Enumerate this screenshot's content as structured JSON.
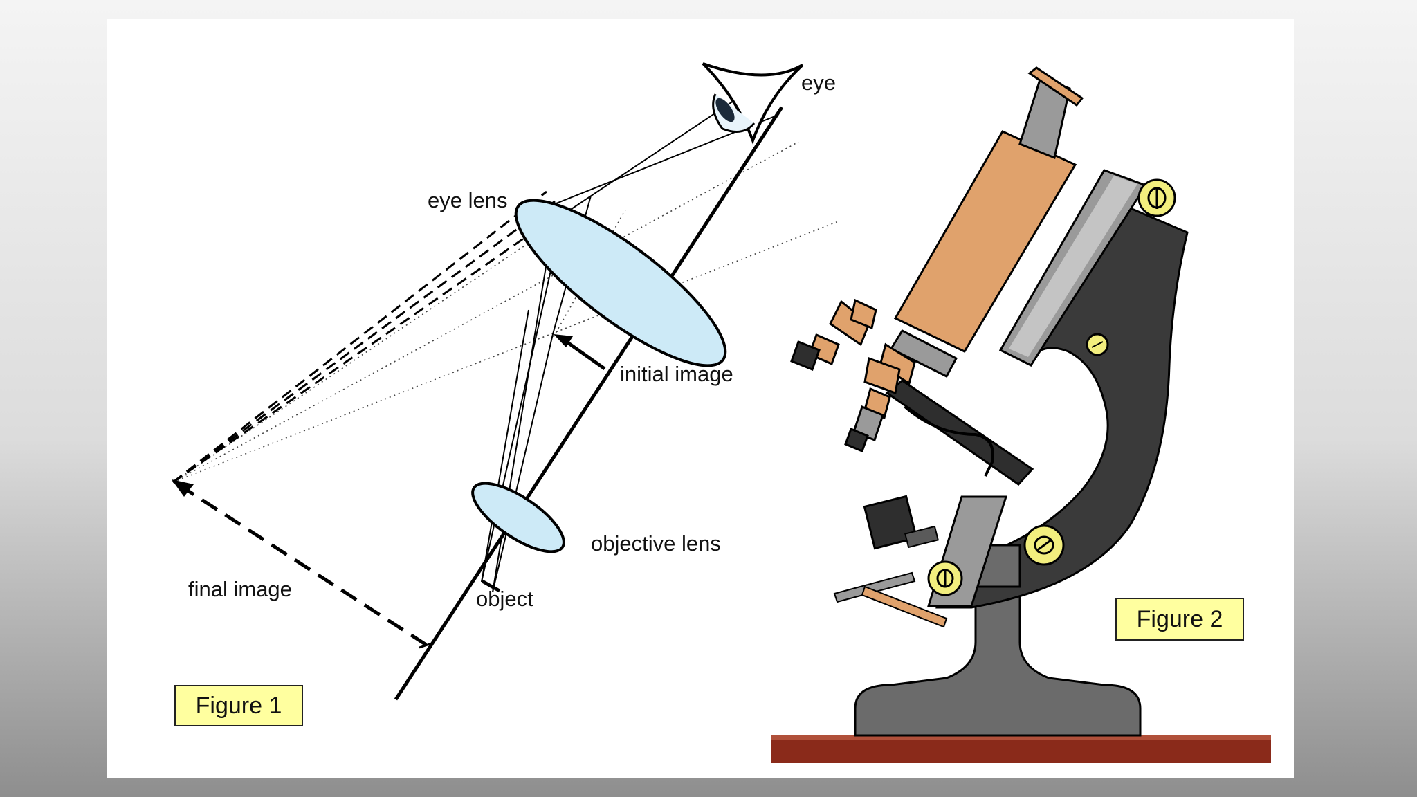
{
  "figure1": {
    "labels": {
      "eye": "eye",
      "eye_lens": "eye lens",
      "initial_image": "initial image",
      "objective_lens": "objective lens",
      "object": "object",
      "final_image": "final image"
    },
    "caption": "Figure 1"
  },
  "figure2": {
    "caption": "Figure 2"
  },
  "colors": {
    "lens_fill": "#cdeaf7",
    "tube_wood": "#e0a26c",
    "stand": "#3a3a3a",
    "base": "#6b6b6b",
    "table": "#8a2a1a",
    "screw": "#f2ee7e",
    "caption_fill": "#ffff9f"
  }
}
